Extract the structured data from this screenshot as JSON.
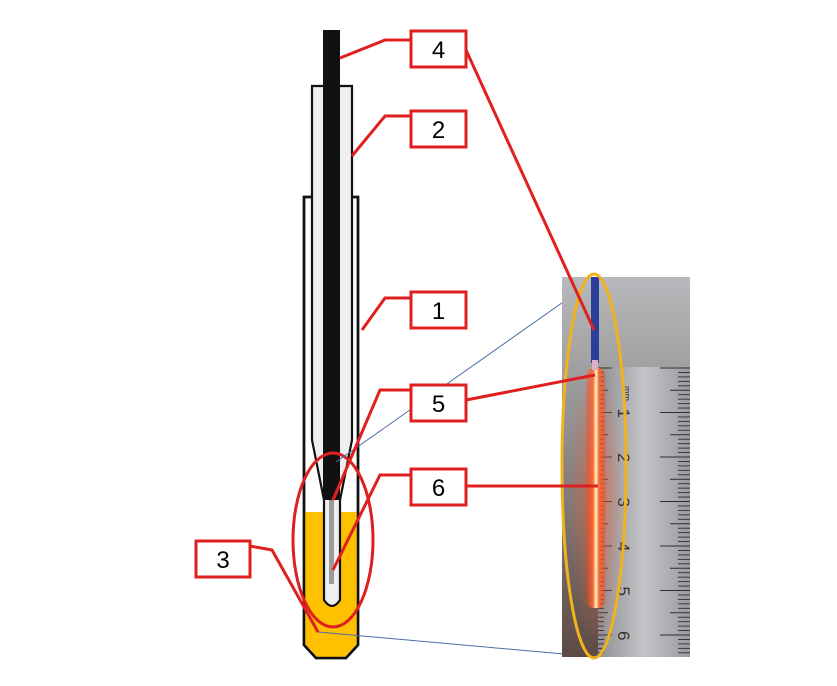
{
  "labels": [
    {
      "id": "label-4",
      "text": "4"
    },
    {
      "id": "label-2",
      "text": "2"
    },
    {
      "id": "label-1",
      "text": "1"
    },
    {
      "id": "label-5",
      "text": "5"
    },
    {
      "id": "label-6",
      "text": "6"
    },
    {
      "id": "label-3",
      "text": "3"
    }
  ],
  "ruler": {
    "unit": "mm",
    "numbers": [
      "1",
      "2",
      "3",
      "4",
      "5",
      "6"
    ]
  },
  "colors": {
    "callout": "#e02020",
    "liquid": "#ffc000",
    "ellipse_left": "#e02020",
    "ellipse_right": "#f2b21c",
    "zoom_lines": "#4a6fa5",
    "electrode": "#111111",
    "glow": "#ff5a2a"
  }
}
